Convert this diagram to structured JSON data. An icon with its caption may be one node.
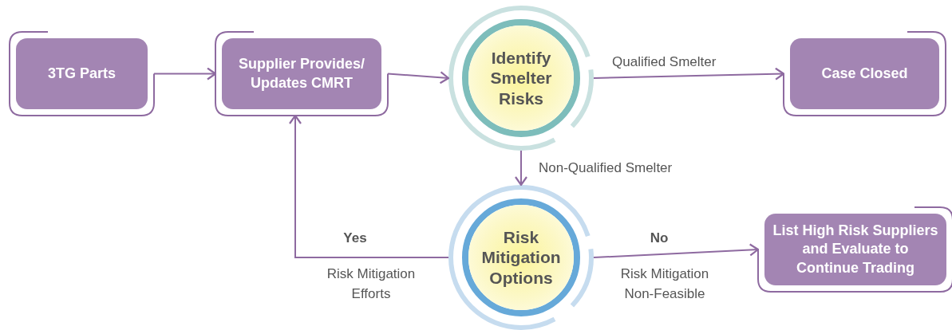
{
  "diagram": {
    "nodes": [
      {
        "text": [
          "3TG Parts"
        ]
      },
      {
        "text": [
          "Supplier Provides/ Updates CMRT"
        ]
      },
      {
        "text": [
          "Identify Smelter Risks"
        ]
      },
      {
        "text": [
          "Case Closed"
        ]
      },
      {
        "text": [
          "Risk Mitigation Options"
        ]
      },
      {
        "text": [
          "List High Risk Suppliers and Evaluate to Continue Trading"
        ]
      }
    ],
    "edges": [
      {
        "from": 0,
        "to": 1,
        "arrow": "to"
      },
      {
        "from": 1,
        "to": 2,
        "arrow": "to"
      },
      {
        "from": 2,
        "to": 3,
        "arrow": "to",
        "label": "Qualified Smelter"
      },
      {
        "from": 2,
        "to": 4,
        "arrow": "to",
        "label": "Non-Qualified Smelter"
      },
      {
        "from": 4,
        "to": 1,
        "arrow": "to",
        "label": "Yes"
      },
      {
        "from": 4,
        "to": 5,
        "arrow": "to",
        "label": "No"
      }
    ],
    "labels": [
      "Risk Mitigation Efforts",
      "Risk Mitigation Non-Feasible"
    ]
  }
}
